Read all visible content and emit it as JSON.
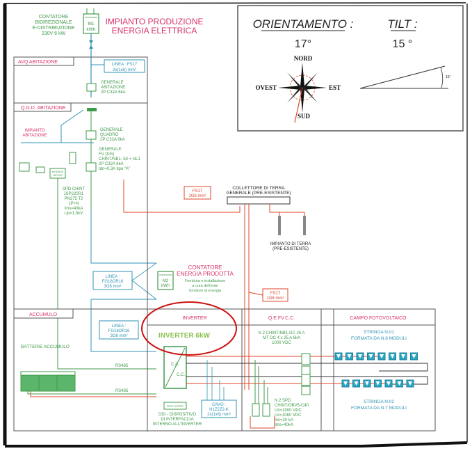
{
  "title": {
    "line1": "IMPIANTO PRODUZIONE",
    "line2": "ENERGIA ELETTRICA"
  },
  "colors": {
    "green": "#3f9a4a",
    "pink": "#d6336c",
    "blue": "#2f93b4",
    "red": "#e0442b",
    "highlight": "#cc1111",
    "frame": "#111111"
  },
  "meter_m1": {
    "label_lines": [
      "CONTATORE",
      "BIDIREZIONALE",
      "E-DISTRIBUZIONE",
      "230V 6 kW"
    ],
    "box_line1": "M1",
    "box_line2": "kWh"
  },
  "orientation_panel": {
    "orientation_label": "ORIENTAMENTO :",
    "orientation_value": "17°",
    "tilt_label": "TILT :",
    "tilt_value": "15 °",
    "tilt_small_label": "15°",
    "compass": {
      "north": "NORD",
      "south": "SUD",
      "east": "EST",
      "west": "OVEST"
    }
  },
  "sections": {
    "avq": "AVQ  ABITAZIONE",
    "qgd": "Q.G.D. ABITAZIONE",
    "accumulo": "ACCUMULO",
    "inverter": "INVERTER",
    "qefvcc": "Q.E.FV.C.C.",
    "campo": "CAMPO FOTOVOLTAICO"
  },
  "linea_fs17_top": {
    "line1": "LINEA : FS17",
    "line2": "2x(1x6) mm²"
  },
  "generale_abitazione": [
    "GENERALE",
    "ABITAZIONE",
    "2P C32A 6kA"
  ],
  "impianto_abitazione": [
    "IMPIANTO",
    "ABITAZIONE"
  ],
  "generale_quadro": [
    "GENERALE",
    "QUADRO",
    "2P C32A 6kA"
  ],
  "generale_fv": [
    "GENERALE",
    "FV (DG)",
    "CHINT/NB1- 63 + NL1",
    "2P  C32A  6kA",
    "Idn=0,3A tipo \"A\""
  ],
  "modbus_meter": [
    "MODBUS",
    "METER"
  ],
  "spd_chint": [
    "SPD CHINT",
    "JSP220R1",
    "PN275 T2",
    "1P+N",
    "Ims=40kA",
    "Up=1,5kV"
  ],
  "fs17_box_1": {
    "line1": "FS17",
    "line2": "1G6 mm²"
  },
  "fs17_box_2": {
    "line1": "FS17",
    "line2": "1G6 mm²"
  },
  "collettore": [
    "COLLETTORE DI TERRA",
    "GENERALE (PRE-ESISTENTE)"
  ],
  "impianto_terra": [
    "IMPIANTO DI TERRA",
    "(PRE-ESISTENTE)"
  ],
  "linea_fg16_1": {
    "line1": "LINEA :",
    "line2": "FG16OR16",
    "line3": "3G6 mm²"
  },
  "linea_fg16_2": {
    "line1": "LINEA :",
    "line2": "FG16OR16",
    "line3": "3G6 mm²"
  },
  "meter_m2": {
    "box_line1": "M2",
    "box_line2": "kWh",
    "title_lines": [
      "CONTATORE",
      "ENERGIA PRODOTTA"
    ],
    "note_lines": [
      "Fornitura e installazione",
      "a cura dell'ente",
      "fornitore di energia"
    ]
  },
  "batterie": "BATTERIE ACCUMULO",
  "rs485_1": "RS485",
  "rs485_2": "RS485",
  "inverter_6kw": "INVERTER 6kW",
  "inverter_symbol": {
    "ca": "C.A.",
    "cc": "C.C."
  },
  "ddi": [
    "DDI - DISPOSITIVO",
    "DI INTERFACCIA",
    "INTERNO ALL'INVERTER"
  ],
  "ddi_box": "PROT. INTERF.",
  "cavo": {
    "line1": "CAVO :",
    "line2": "H1Z2Z2-K",
    "line3": "2x(1x6) mm²"
  },
  "qefvcc_breakers": [
    "N  2 CHINT/NB1-DC 25 A",
    "MT DC 4 x 25 A  6kA",
    "1000 VDC"
  ],
  "qefvcc_spd": [
    "N.2 SPD",
    "CHINT/OBV5-C40",
    "Un=1000 VDC",
    "Uc=1060 VDC",
    "Ins=20 kA",
    "Ims=40kA"
  ],
  "stringa_1": {
    "line1": "STRINGA N.01",
    "line2": "FORMATA DA N.8 MODULI",
    "modules": 8
  },
  "stringa_2": {
    "line1": "STRINGA N.02",
    "line2": "FORMATA DA N.7 MODULI",
    "modules": 7
  }
}
